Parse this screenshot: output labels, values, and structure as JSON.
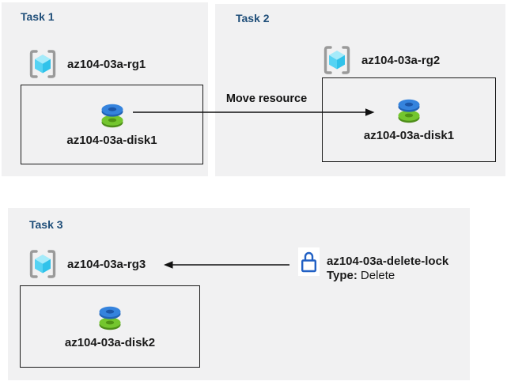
{
  "tasks": [
    {
      "title": "Task 1",
      "resource_group": "az104-03a-rg1",
      "disk": "az104-03a-disk1"
    },
    {
      "title": "Task 2",
      "resource_group": "az104-03a-rg2",
      "disk": "az104-03a-disk1"
    },
    {
      "title": "Task 3",
      "resource_group": "az104-03a-rg3",
      "disk": "az104-03a-disk2"
    }
  ],
  "move_arrow": {
    "label": "Move resource"
  },
  "lock": {
    "name": "az104-03a-delete-lock",
    "type_label": "Type:",
    "type_value": "Delete"
  },
  "icons": {
    "resource_group": "resource-group-icon",
    "disk": "managed-disk-icon",
    "lock": "delete-lock-icon"
  },
  "colors": {
    "panel_bg": "#f1f1f2",
    "task_title": "#1f4e79",
    "box_border": "#1a1a1a",
    "arrow": "#111111",
    "lock_blue": "#2160c4",
    "disk_blue": "#3583dd",
    "disk_blue_dark": "#1c56a8",
    "disk_green": "#74c62e",
    "disk_green_dark": "#4f9315",
    "cube_top": "#a5ebfa",
    "cube_left": "#56d3f3",
    "cube_right": "#30c2ea",
    "bracket_gray": "#9a9a9a"
  }
}
